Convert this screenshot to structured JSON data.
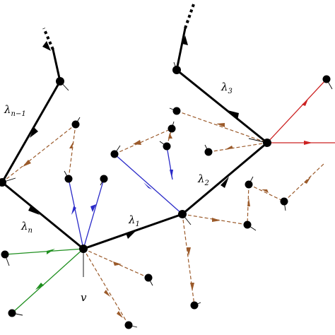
{
  "diagram": {
    "labels": {
      "v": "v",
      "lambda_1": {
        "base": "λ",
        "sub": "1"
      },
      "lambda_2": {
        "base": "λ",
        "sub": "2"
      },
      "lambda_3": {
        "base": "λ",
        "sub": "3"
      },
      "lambda_n": {
        "base": "λ",
        "sub": "n"
      },
      "lambda_n_minus_1": {
        "base": "λ",
        "sub": "n−1"
      }
    },
    "colors": {
      "main_path": "#000000",
      "blue_edges": "#2a2ac8",
      "green_edges": "#1f8f1f",
      "red_edges": "#cc2222",
      "dashed_edges": "#9b5a2a"
    }
  }
}
